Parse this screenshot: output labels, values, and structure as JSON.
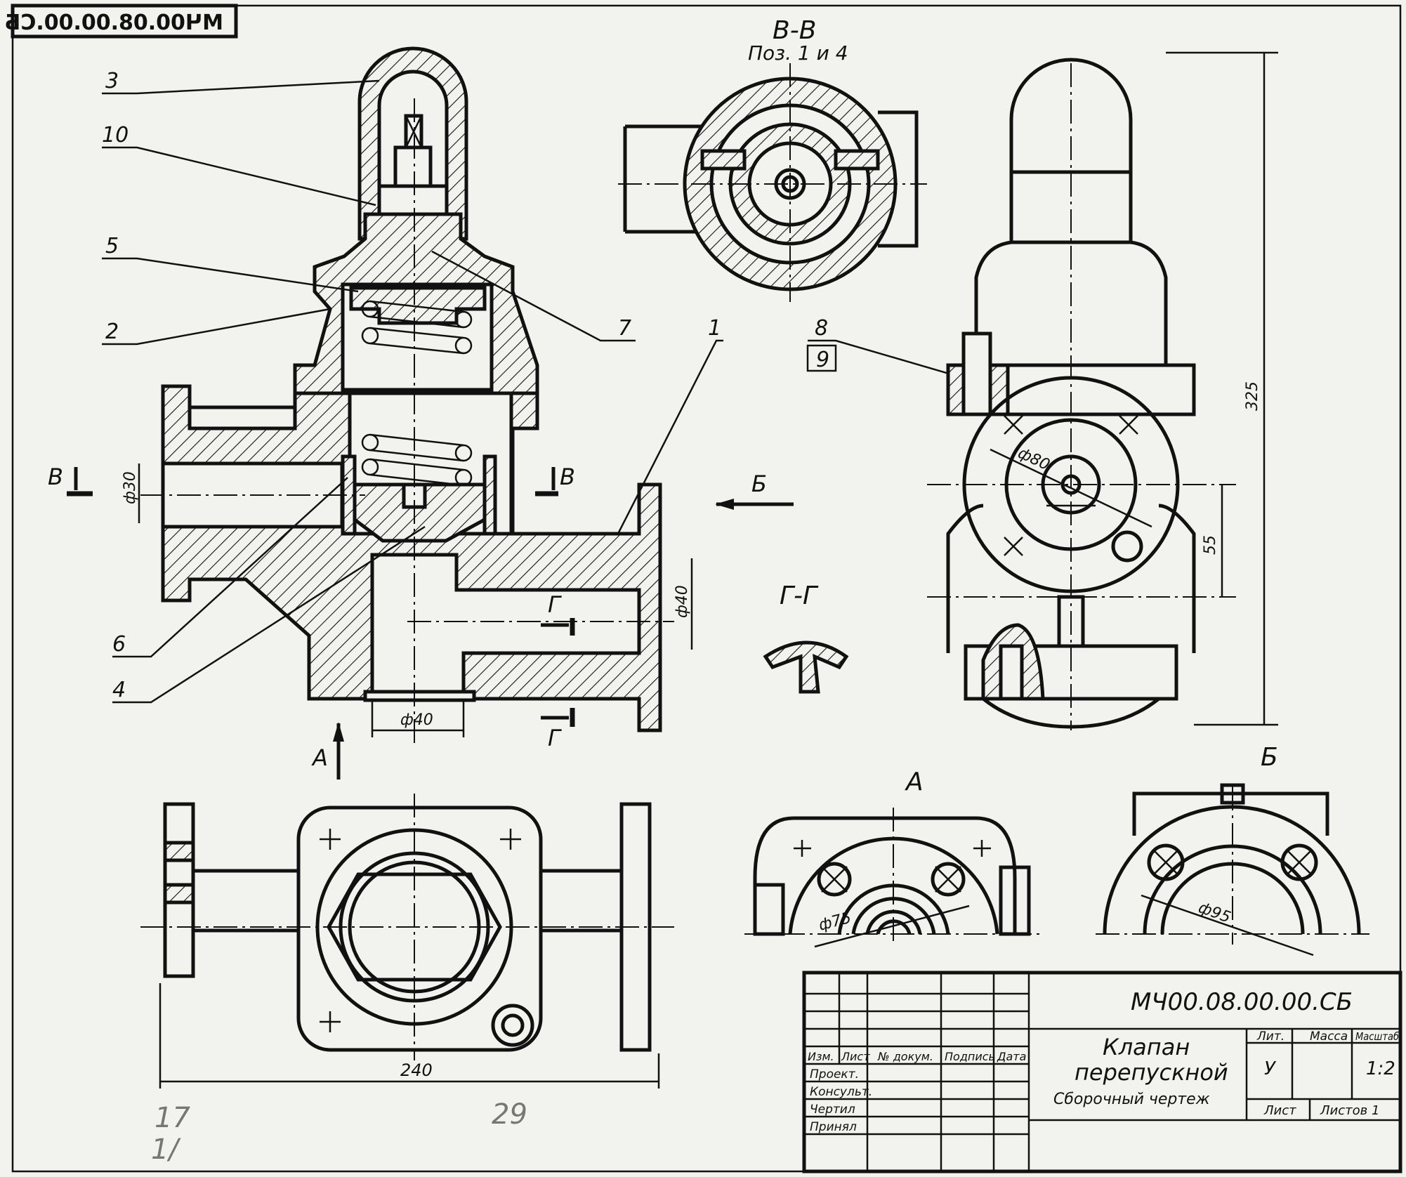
{
  "stamp": {
    "code_mirrored": "МЧ00.08.00.00.СБ"
  },
  "labels": {
    "part_numbers": [
      "3",
      "10",
      "5",
      "2",
      "7",
      "1",
      "8",
      "9",
      "6",
      "4"
    ],
    "section_VV": "В-В",
    "section_VV_note": "Поз. 1 и 4",
    "section_GG": "Г-Г",
    "view_A": "А",
    "view_B": "Б",
    "mark_V": "В",
    "mark_G": "Г"
  },
  "dimensions": {
    "d30": "ф30",
    "d40_outlet": "ф40",
    "d40_bottom": "ф40",
    "d80": "ф80",
    "h325": "325",
    "h55": "55",
    "w240": "240",
    "d75": "ф75",
    "d95": "ф95"
  },
  "title_block": {
    "designation": "МЧ00.08.00.00.СБ",
    "name_line1": "Клапан",
    "name_line2": "перепускной",
    "doc_type": "Сборочный чертеж",
    "col_headers": [
      "Изм.",
      "Лист",
      "№ докум.",
      "Подпись",
      "Дата"
    ],
    "roles": [
      "Проект.",
      "Консульт.",
      "Чертил",
      "Принял"
    ],
    "lit_header": "Лит.",
    "mass_header": "Масса",
    "scale_header": "Масштаб",
    "lit_value": "У",
    "scale_value": "1:2",
    "sheet_label": "Лист",
    "sheets_label": "Листов 1"
  },
  "handwritten": [
    "17",
    "29",
    "1/"
  ]
}
